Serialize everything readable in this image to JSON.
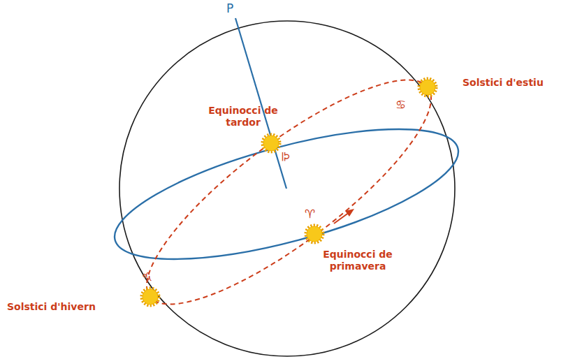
{
  "diagram": {
    "labels": [
      "P",
      "Solstici d'estiu",
      "♋",
      "Equinocci de tardor",
      "♎",
      "♈",
      "Equinocci de primavera",
      "♑",
      "Solstici d'hivern"
    ]
  }
}
